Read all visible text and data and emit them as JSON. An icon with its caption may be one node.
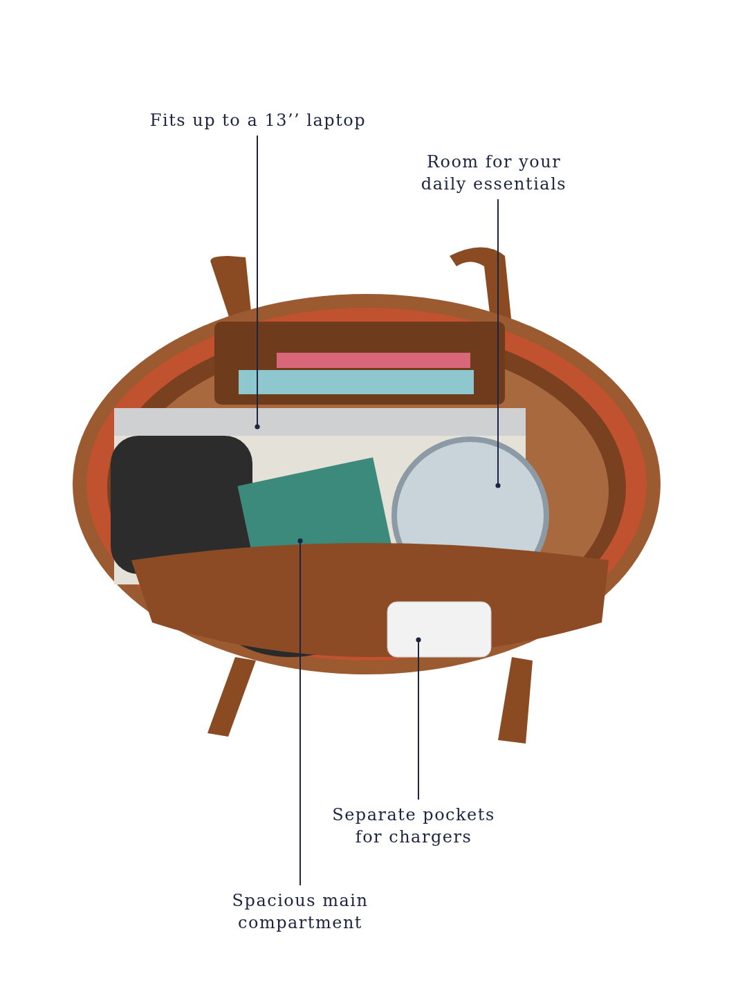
{
  "diagram": {
    "nodes": [
      {
        "text": [
          "Fits up to a 13’’ laptop"
        ]
      },
      {
        "text": [
          "Room for your daily essentials"
        ]
      },
      {
        "text": [
          "Separate pockets for chargers"
        ]
      },
      {
        "text": [
          "Spacious main compartment"
        ]
      }
    ],
    "edges": [
      {
        "from": 0,
        "to": null,
        "arrow": "other"
      },
      {
        "from": 1,
        "to": null,
        "arrow": "other"
      },
      {
        "from": 2,
        "to": null,
        "arrow": "other"
      },
      {
        "from": 3,
        "to": null,
        "arrow": "other"
      }
    ]
  }
}
